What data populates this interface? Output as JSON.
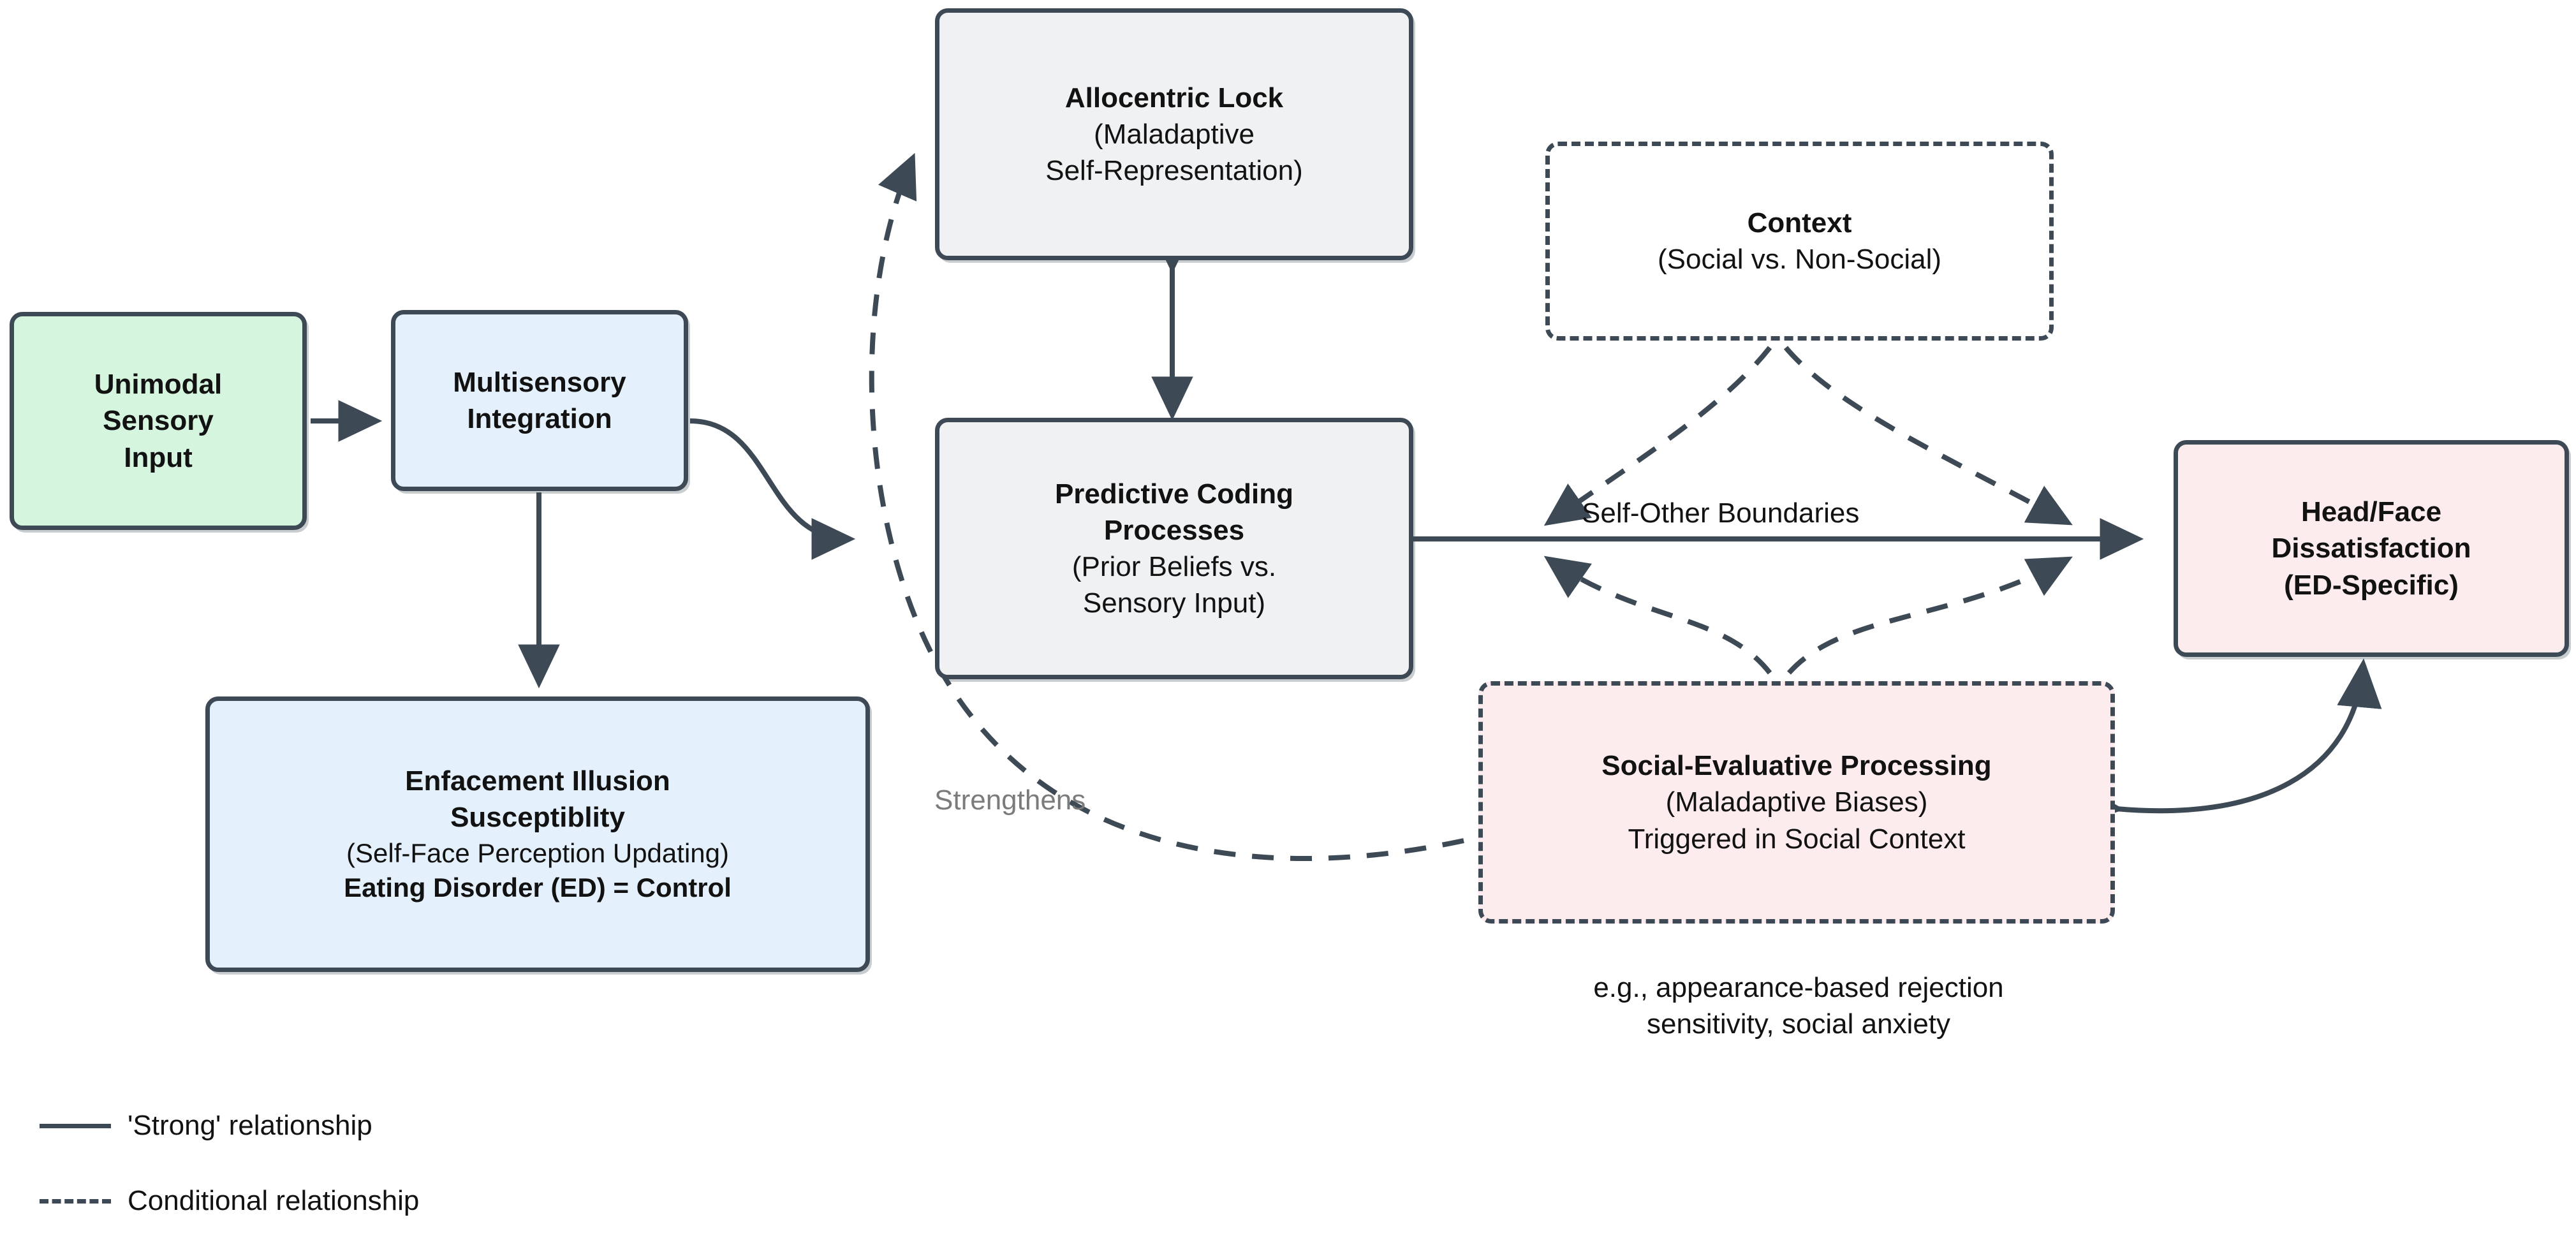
{
  "diagram": {
    "title": "Predictive coding / enfacement illusion conceptual model",
    "colors": {
      "stroke": "#3d4a56",
      "green_fill": "#d6f5de",
      "blue_fill": "#e4f0fb",
      "grey_fill": "#eff1f3",
      "pink_fill": "#fceced",
      "text": "#121212",
      "muted_text": "#7b7b7b",
      "background": "#ffffff"
    },
    "nodes": {
      "unimodal": {
        "lines": [
          "Unimodal",
          "Sensory",
          "Input"
        ],
        "style": "solid",
        "fill": "green"
      },
      "multisensory": {
        "lines": [
          "Multisensory",
          "Integration"
        ],
        "style": "solid",
        "fill": "blue"
      },
      "allocentric": {
        "title": "Allocentric Lock",
        "sub": [
          "(Maladaptive",
          "Self-Representation)"
        ],
        "style": "solid",
        "fill": "grey"
      },
      "predictive": {
        "title": [
          "Predictive Coding",
          "Processes"
        ],
        "sub": [
          "(Prior Beliefs vs.",
          "Sensory Input)"
        ],
        "style": "solid",
        "fill": "grey"
      },
      "context": {
        "title": "Context",
        "sub": [
          "(Social vs. Non-Social)"
        ],
        "style": "dashed",
        "fill": "none"
      },
      "enfacement": {
        "title": [
          "Enfacement Illusion",
          "Susceptiblity"
        ],
        "sub": [
          "(Self-Face Perception Updating)"
        ],
        "bold_tail": "Eating Disorder (ED) = Control",
        "style": "solid",
        "fill": "blue"
      },
      "social_eval": {
        "title": "Social-Evaluative Processing",
        "sub": [
          "(Maladaptive Biases)",
          "Triggered in Social Context"
        ],
        "style": "dashed",
        "fill": "pink"
      },
      "headface": {
        "lines": [
          "Head/Face",
          "Dissatisfaction",
          "(ED-Specific)"
        ],
        "style": "solid",
        "fill": "pink"
      }
    },
    "edge_labels": {
      "self_other": "Self-Other Boundaries",
      "strengthens": "Strengthens"
    },
    "annotations": {
      "social_eval_examples": [
        "e.g., appearance-based rejection",
        "sensitivity, social anxiety"
      ]
    },
    "legend": {
      "items": [
        {
          "style": "solid",
          "label": "'Strong' relationship"
        },
        {
          "style": "dashed",
          "label": "Conditional relationship"
        }
      ]
    }
  }
}
